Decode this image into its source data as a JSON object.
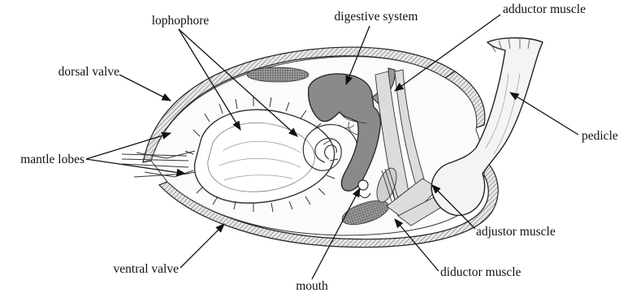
{
  "labels": {
    "lophophore": "lophophore",
    "digestive_system": "digestive system",
    "adductor_muscle": "adductor muscle",
    "dorsal_valve": "dorsal valve",
    "pedicle": "pedicle",
    "mantle_lobes": "mantle lobes",
    "adjustor_muscle": "adjustor muscle",
    "ventral_valve": "ventral valve",
    "diductor_muscle": "diductor muscle",
    "mouth": "mouth"
  },
  "colors": {
    "outline": "#222222",
    "digestive": "#8a8a8a",
    "gonad": "#6f6f6f",
    "pedicle": "#f4f4f4",
    "background": "#ffffff"
  }
}
